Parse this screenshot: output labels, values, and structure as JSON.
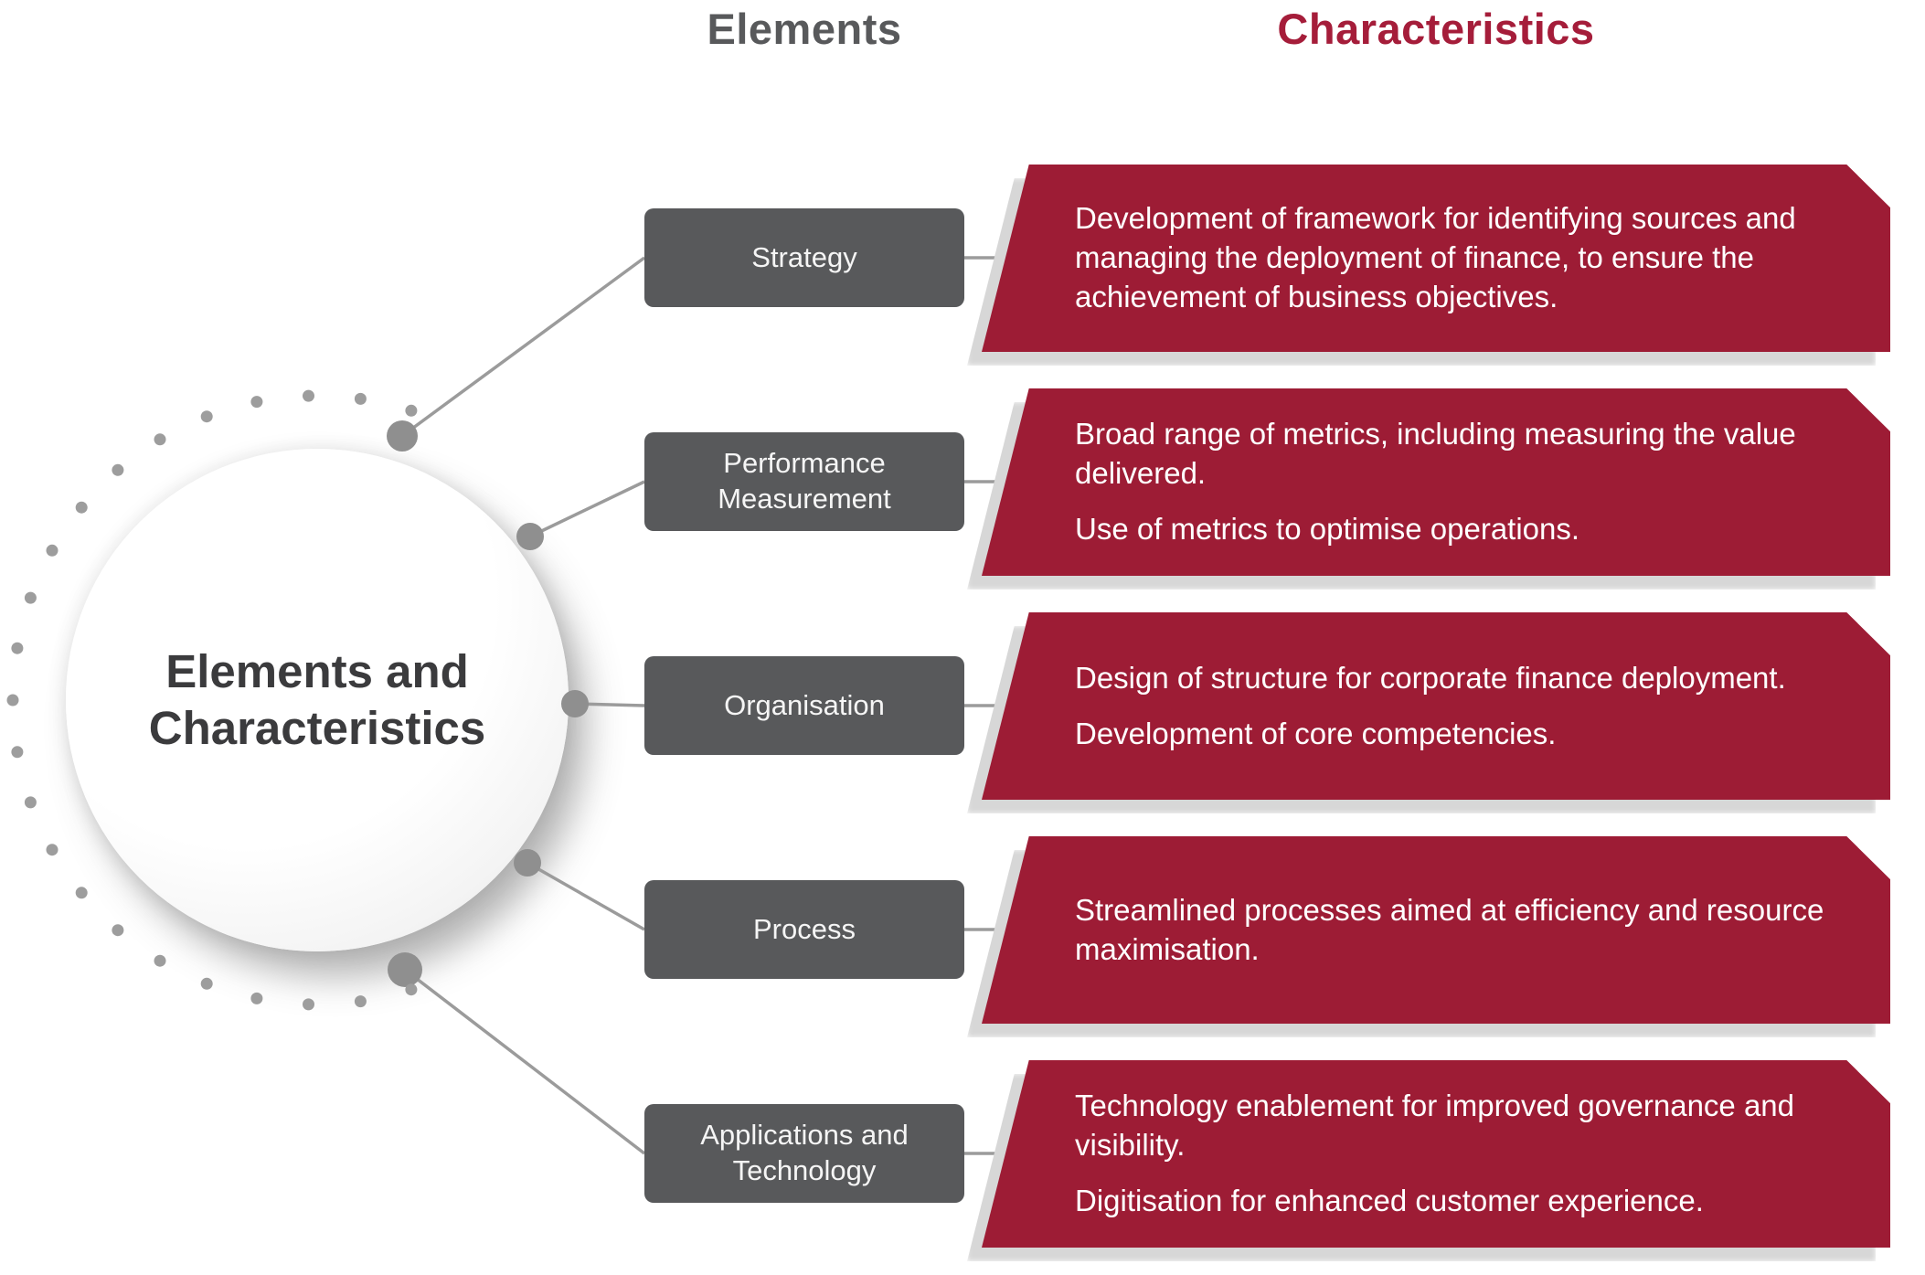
{
  "header": {
    "elements": "Elements",
    "characteristics": "Characteristics"
  },
  "center": {
    "title_line1": "Elements and",
    "title_line2": "Characteristics"
  },
  "rows": [
    {
      "element": "Strategy",
      "characteristics": [
        "Development of framework for identifying sources and managing the deployment of finance, to ensure the achievement of business objectives."
      ]
    },
    {
      "element": "Performance Measurement",
      "characteristics": [
        "Broad range of metrics, including measuring the value delivered.",
        "Use of metrics to optimise operations."
      ]
    },
    {
      "element": "Organisation",
      "characteristics": [
        "Design of structure for corporate finance deployment.",
        "Development of core competencies."
      ]
    },
    {
      "element": "Process",
      "characteristics": [
        "Streamlined processes aimed at efficiency and resource maximisation."
      ]
    },
    {
      "element": "Applications and Technology",
      "characteristics": [
        "Technology enablement for improved governance and visibility.",
        "Digitisation for enhanced customer experience."
      ]
    }
  ],
  "colors": {
    "element_box": "#58595b",
    "characteristic_box": "#9d1c35",
    "header_elements": "#58595b",
    "header_characteristics": "#a51d3a",
    "connector": "#9b9b9b"
  }
}
